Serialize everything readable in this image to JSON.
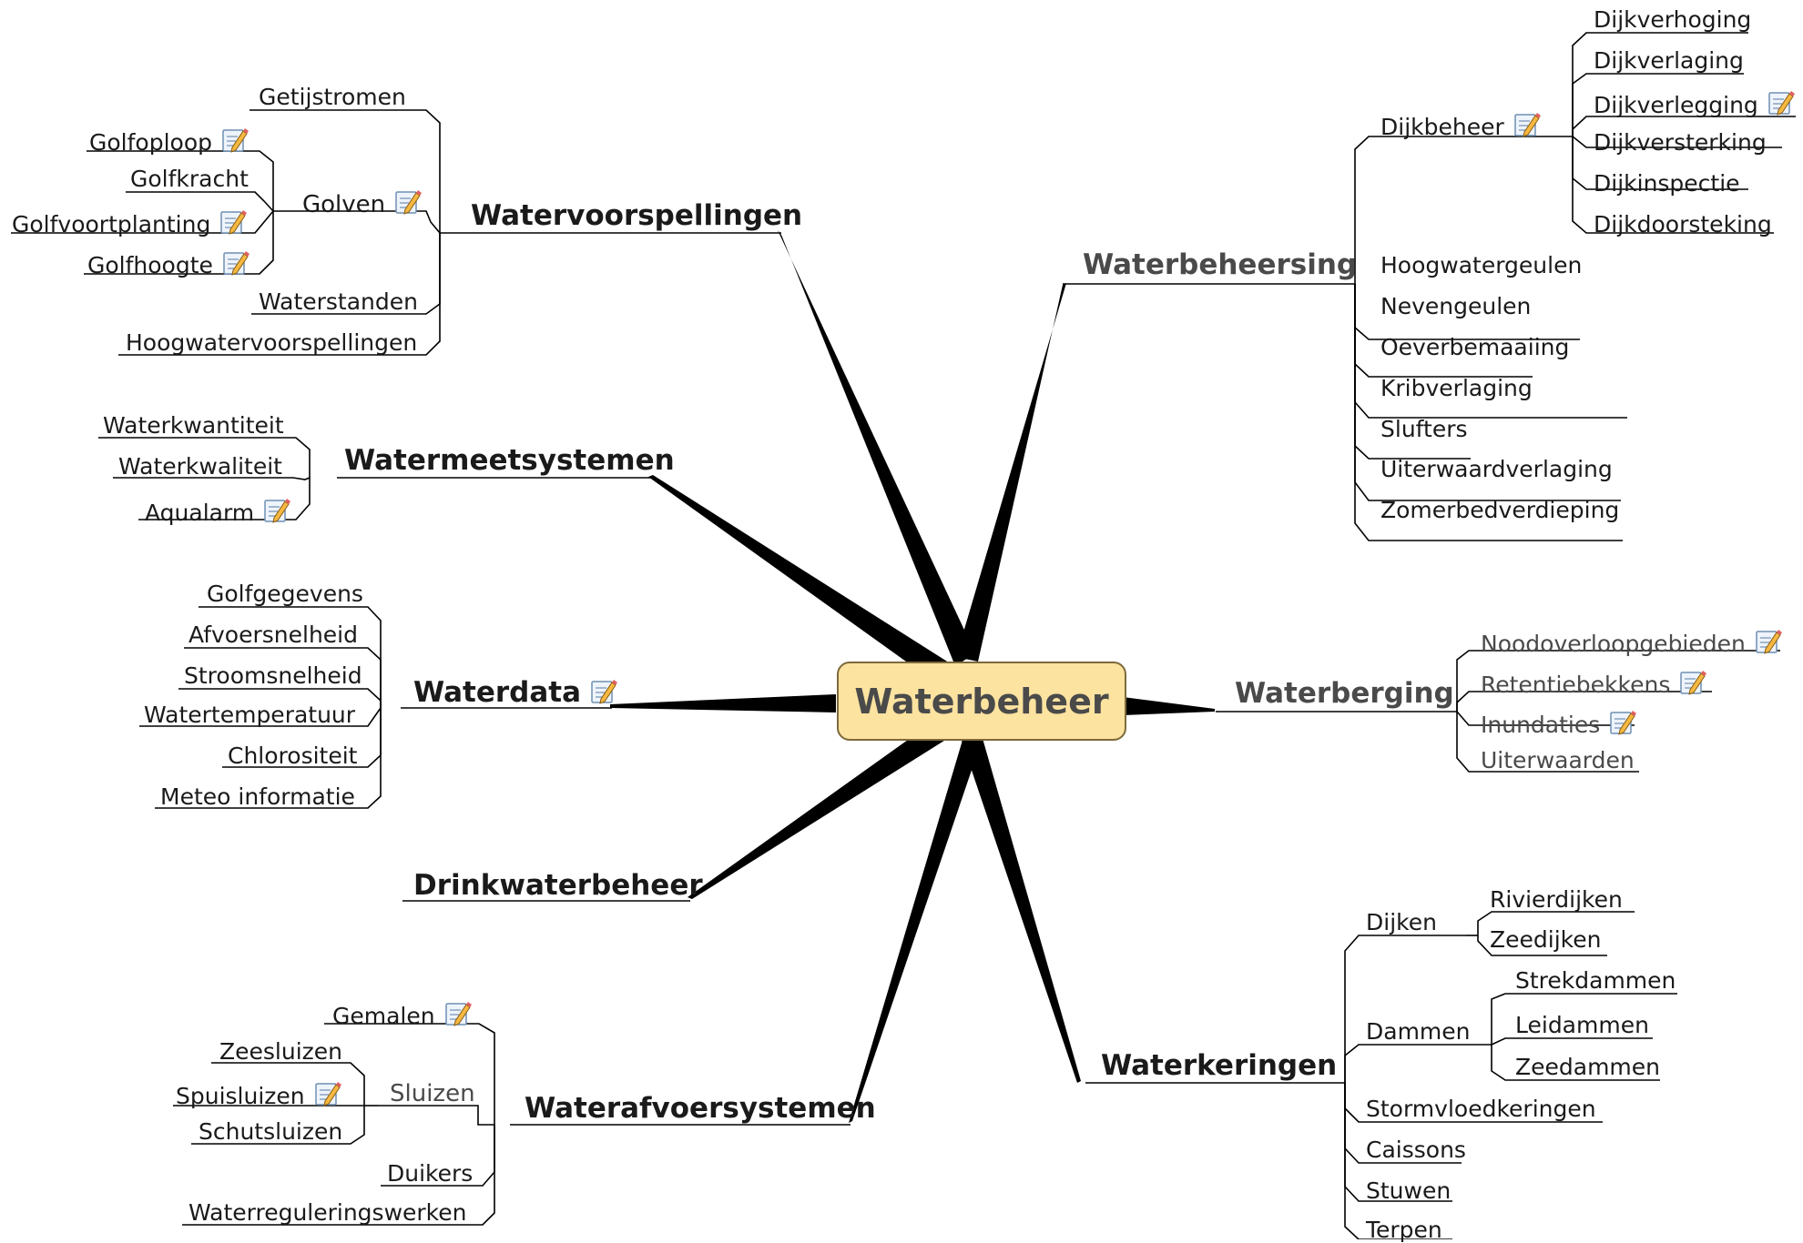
{
  "central": "Waterbeheer",
  "branches": {
    "watervoorspellingen": {
      "label": "Watervoorspellingen",
      "getijstromen": "Getijstromen",
      "golven": {
        "label": "Golven",
        "golfoploop": "Golfoploop",
        "golfkracht": "Golfkracht",
        "golfvoortplanting": "Golfvoortplanting",
        "golfhoogte": "Golfhoogte"
      },
      "waterstanden": "Waterstanden",
      "hoogwatervoorspellingen": "Hoogwatervoorspellingen"
    },
    "watermeetsystemen": {
      "label": "Watermeetsystemen",
      "waterkwantiteit": "Waterkwantiteit",
      "waterkwaliteit": "Waterkwaliteit",
      "aqualarm": "Aqualarm"
    },
    "waterdata": {
      "label": "Waterdata",
      "golfgegevens": "Golfgegevens",
      "afvoersnelheid": "Afvoersnelheid",
      "stroomsnelheid": "Stroomsnelheid",
      "watertemperatuur": "Watertemperatuur",
      "chlorositeit": "Chlorositeit",
      "meteo": "Meteo informatie"
    },
    "drinkwaterbeheer": {
      "label": "Drinkwaterbeheer"
    },
    "waterafvoersystemen": {
      "label": "Waterafvoersystemen",
      "gemalen": "Gemalen",
      "sluizen": {
        "label": "Sluizen",
        "zeesluizen": "Zeesluizen",
        "spuisluizen": "Spuisluizen",
        "schutsluizen": "Schutsluizen"
      },
      "duikers": "Duikers",
      "waterreguleringswerken": "Waterreguleringswerken"
    },
    "waterbeheersing": {
      "label": "Waterbeheersing",
      "dijkbeheer": {
        "label": "Dijkbeheer",
        "dijkverhoging": "Dijkverhoging",
        "dijkverlaging": "Dijkverlaging",
        "dijkverlegging": "Dijkverlegging",
        "dijkversterking": "Dijkversterking",
        "dijkinspectie": "Dijkinspectie",
        "dijkdoorsteking": "Dijkdoorsteking"
      },
      "hoogwatergeulen": "Hoogwatergeulen",
      "nevengeulen": "Nevengeulen",
      "oeverbemaaiing": "Oeverbemaaiing",
      "kribverlaging": "Kribverlaging",
      "slufters": "Slufters",
      "uiterwaardverlaging": "Uiterwaardverlaging",
      "zomerbedverdieping": "Zomerbedverdieping"
    },
    "waterberging": {
      "label": "Waterberging",
      "noodoverloopgebieden": "Noodoverloopgebieden",
      "retentiebekkens": "Retentiebekkens",
      "inundaties": "Inundaties",
      "uiterwaarden": "Uiterwaarden"
    },
    "waterkeringen": {
      "label": "Waterkeringen",
      "dijken": {
        "label": "Dijken",
        "rivierdijken": "Rivierdijken",
        "zeedijken": "Zeedijken"
      },
      "dammen": {
        "label": "Dammen",
        "strekdammen": "Strekdammen",
        "leidammen": "Leidammen",
        "zeedammen": "Zeedammen"
      },
      "stormvloedkeringen": "Stormvloedkeringen",
      "caissons": "Caissons",
      "stuwen": "Stuwen",
      "terpen": "Terpen"
    }
  },
  "note_icon": "note-pencil-icon",
  "colors": {
    "central_fill": "#fde3a0",
    "central_border": "#7d6a3a",
    "line": "#000000",
    "text": "#1a1a1a",
    "grey_text": "#4a4a4a"
  }
}
